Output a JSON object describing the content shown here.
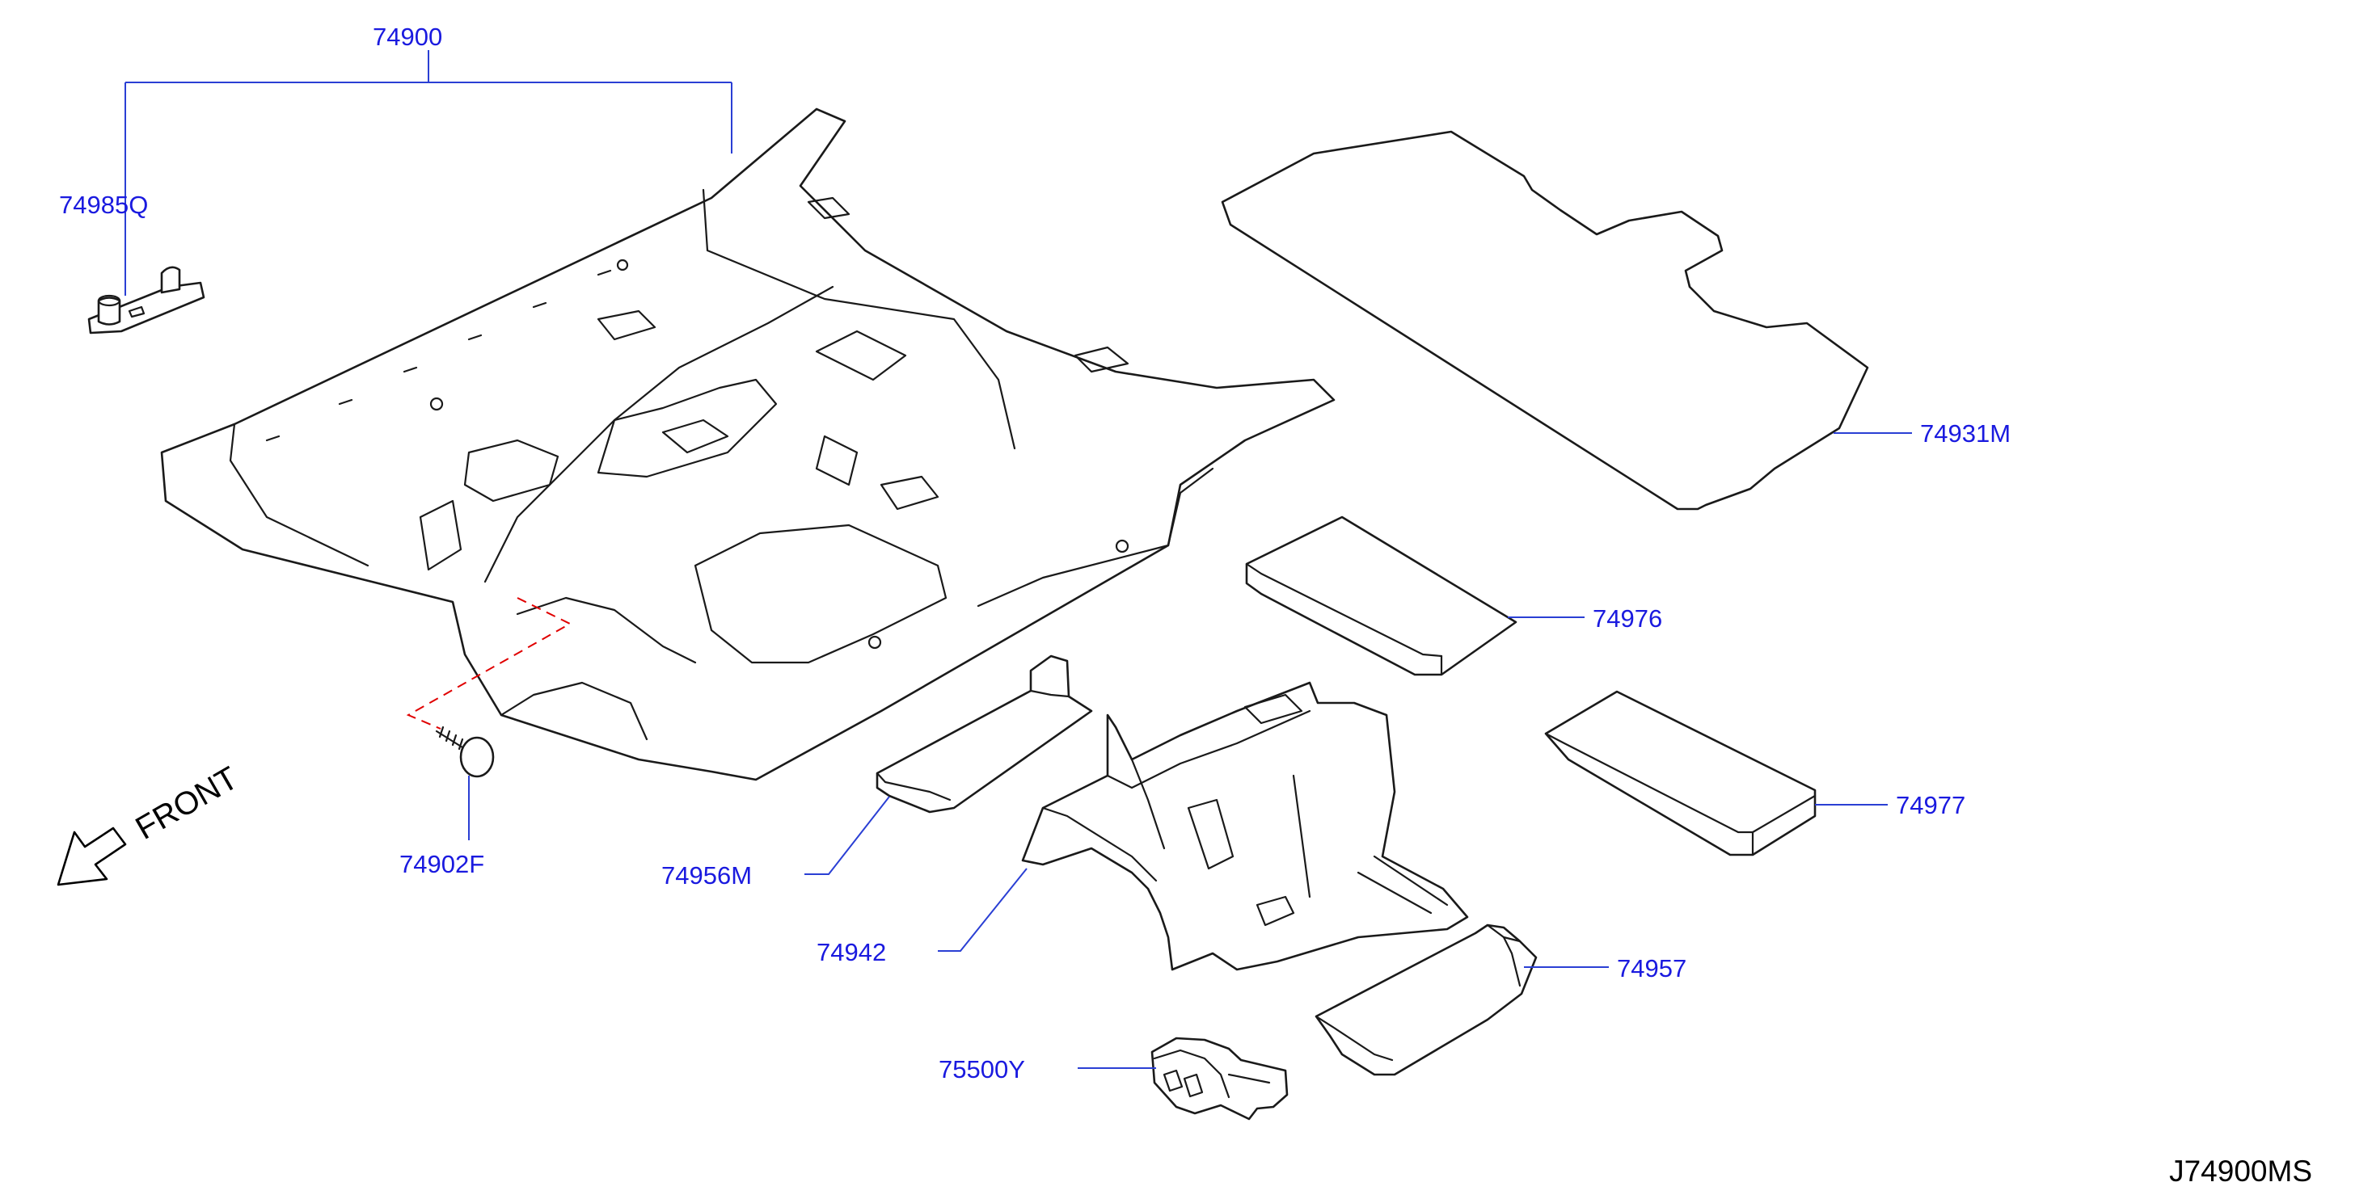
{
  "diagram_code": "J74900MS",
  "direction_label": "FRONT",
  "colors": {
    "label": "#1a1adf",
    "leader": "#2a3fd4",
    "outline": "#1a1a1a",
    "dashed_link": "#e00000"
  },
  "parts": {
    "floor_carpet": "74900",
    "clip_a": "74985Q",
    "clip_b": "74902F",
    "rear_floor_board": "74931M",
    "spacer_left": "74976",
    "spacer_right": "74977",
    "front_spacer_left": "74956M",
    "center_insulator": "74942",
    "front_spacer_right": "74957",
    "bracket": "75500Y"
  }
}
